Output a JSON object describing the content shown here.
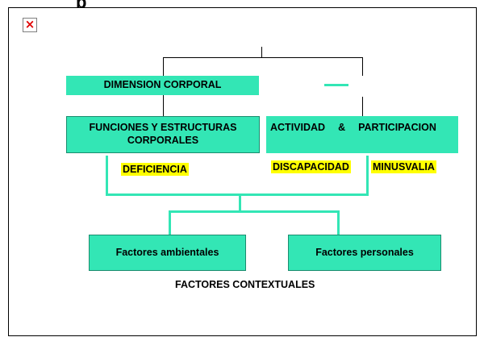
{
  "header": {
    "title_fragment": "p"
  },
  "placeholder": {
    "icon": "broken-image-icon",
    "glyph": "×"
  },
  "colors": {
    "box_fill": "#33e6b5",
    "highlight": "#ffff00",
    "connector": "#33e6b5",
    "line": "#000000"
  },
  "diagram": {
    "dimension_corporal": "DIMENSION CORPORAL",
    "funciones_line1": "FUNCIONES Y ESTRUCTURAS",
    "funciones_line2": "CORPORALES",
    "actividad": "ACTIVIDAD",
    "ampersand": "&",
    "participacion": "PARTICIPACION",
    "deficiencia": "DEFICIENCIA",
    "discapacidad": "DISCAPACIDAD",
    "minusvalia": "MINUSVALIA",
    "factores_ambientales": "Factores ambientales",
    "factores_personales": "Factores personales",
    "factores_contextuales": "FACTORES CONTEXTUALES"
  }
}
